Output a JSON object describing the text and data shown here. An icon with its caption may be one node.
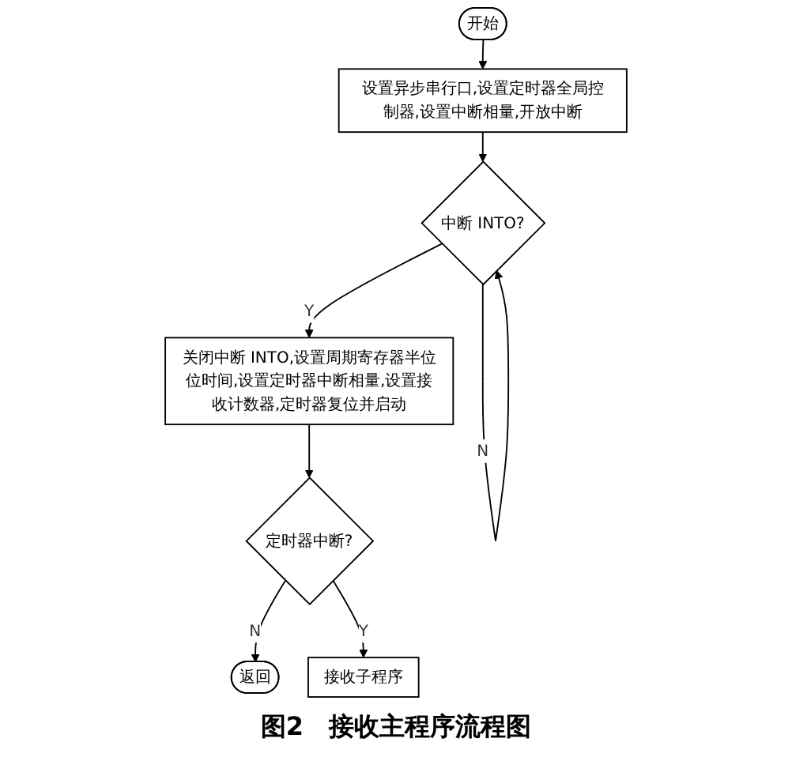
{
  "diagram": {
    "caption": "图2　接收主程序流程图",
    "nodes": [
      {
        "text": [
          "开始"
        ]
      },
      {
        "text": [
          "设置异步串行口,设置定时器全局控制器,设置中断相量,开放中断"
        ]
      },
      {
        "text": [
          "中断 INTO?"
        ]
      },
      {
        "text": [
          "关闭中断 INTO,设置周期寄存器半位位时间,设置定时器中断相量,设置接收计数器,定时器复位并启动"
        ]
      },
      {
        "text": [
          "定时器中断?"
        ]
      },
      {
        "text": [
          "返回"
        ]
      },
      {
        "text": [
          "接收子程序"
        ]
      }
    ],
    "edges": [
      {
        "from": 0,
        "to": 1,
        "arrow": "to"
      },
      {
        "from": 1,
        "to": 2,
        "arrow": "to"
      },
      {
        "from": 2,
        "to": 2,
        "arrow": "to",
        "label": "N"
      },
      {
        "from": 2,
        "to": 3,
        "arrow": "to",
        "label": "Y"
      },
      {
        "from": 3,
        "to": 4,
        "arrow": "to"
      },
      {
        "from": 4,
        "to": 5,
        "arrow": "to",
        "label": "N"
      },
      {
        "from": 4,
        "to": 6,
        "arrow": "to",
        "label": "Y"
      }
    ]
  }
}
